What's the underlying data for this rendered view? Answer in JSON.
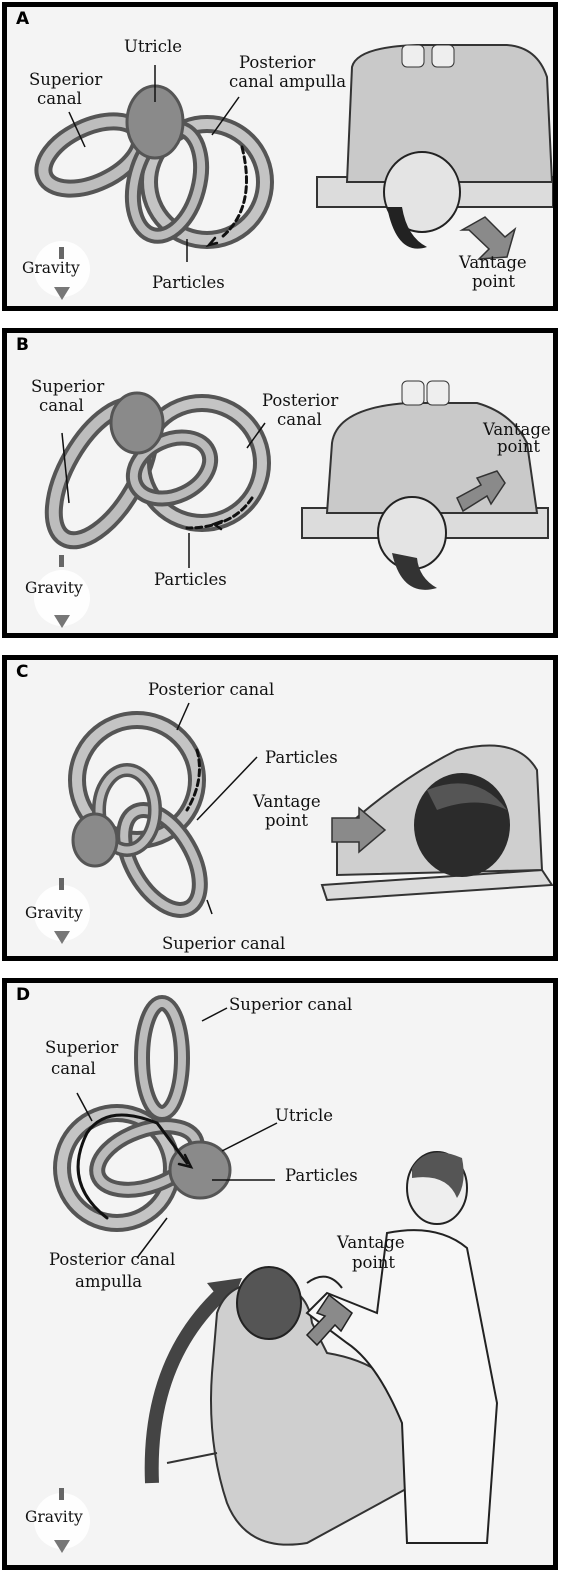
{
  "panels": [
    {
      "letter": "A",
      "labels": {
        "utricle": "Utricle",
        "superior_canal_1": "Superior",
        "superior_canal_2": "canal",
        "posterior_ampulla_1": "Posterior",
        "posterior_ampulla_2": "canal ampulla",
        "particles": "Particles",
        "gravity": "Gravity",
        "vantage_1": "Vantage",
        "vantage_2": "point"
      }
    },
    {
      "letter": "B",
      "labels": {
        "superior_canal_1": "Superior",
        "superior_canal_2": "canal",
        "posterior_canal_1": "Posterior",
        "posterior_canal_2": "canal",
        "particles": "Particles",
        "gravity": "Gravity",
        "vantage_1": "Vantage",
        "vantage_2": "point"
      }
    },
    {
      "letter": "C",
      "labels": {
        "posterior_canal": "Posterior canal",
        "particles": "Particles",
        "vantage_1": "Vantage",
        "vantage_2": "point",
        "superior_canal": "Superior canal",
        "gravity": "Gravity"
      }
    },
    {
      "letter": "D",
      "labels": {
        "superior_canal_left_1": "Superior",
        "superior_canal_left_2": "canal",
        "superior_canal_top": "Superior canal",
        "utricle": "Utricle",
        "particles": "Particles",
        "vantage_1": "Vantage",
        "vantage_2": "point",
        "posterior_ampulla_1": "Posterior canal",
        "posterior_ampulla_2": "ampulla",
        "gravity": "Gravity"
      }
    }
  ],
  "colors": {
    "border": "#000000",
    "background": "#f4f4f4",
    "arrow": "#8a8a8a"
  },
  "icons": [
    "gravity-arrow-icon",
    "vantage-arrow-icon",
    "semicircular-canal-illustration",
    "patient-illustration",
    "clinician-illustration"
  ]
}
